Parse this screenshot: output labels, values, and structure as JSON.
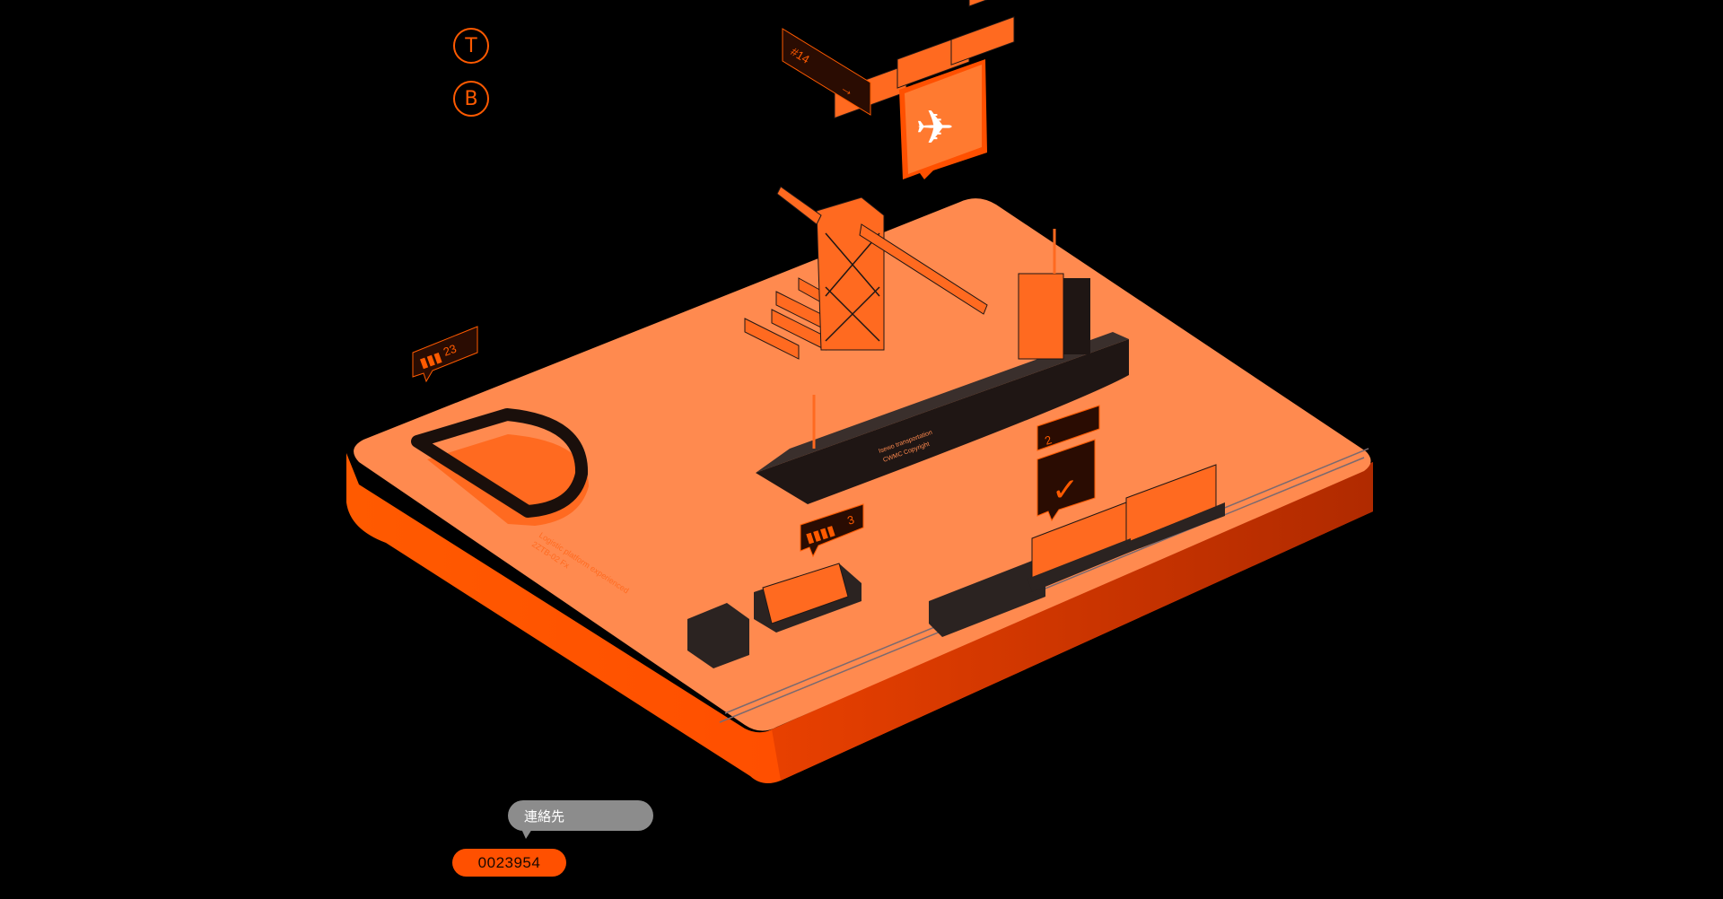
{
  "nav": {
    "top_button_label": "T",
    "bottom_button_label": "B"
  },
  "contact": {
    "label": "連絡先"
  },
  "counter": {
    "value": "0023954"
  },
  "scene": {
    "flight_tag": "#14",
    "left_tag_count": "23",
    "truck_tag_count": "3",
    "check_tag_count": "2",
    "ship_text_line1": "Isewo transportation",
    "ship_text_line2": "CWMC Copyright",
    "platform_caption_line1": "Logistic platform experienced",
    "platform_caption_line2": "2ZTB-02 Fx"
  },
  "icons": {
    "flight": "airplane-icon",
    "check": "checkmark-icon",
    "arrow": "arrow-right-icon",
    "barcode": "barcode-icon",
    "logo": "d-logo-icon"
  },
  "colors": {
    "background": "#000000",
    "accent": "#ff5000",
    "platform_top": "#ff8a4f",
    "platform_side": "#ff4a00",
    "dark": "#2b2321",
    "bubble_gray": "#8c8c8c"
  }
}
